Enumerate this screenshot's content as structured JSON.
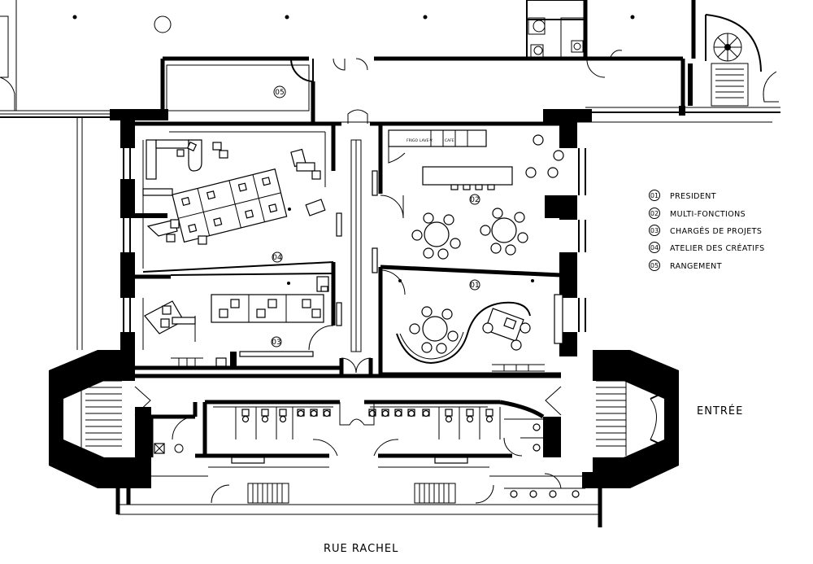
{
  "plan": {
    "rooms": [
      {
        "number": "01"
      },
      {
        "number": "02"
      },
      {
        "number": "03"
      },
      {
        "number": "04"
      },
      {
        "number": "05"
      }
    ],
    "legend": [
      {
        "number": "01",
        "label": "PRESIDENT"
      },
      {
        "number": "02",
        "label": "MULTI-FONCTIONS"
      },
      {
        "number": "03",
        "label": "CHARGÉS DE PROJETS"
      },
      {
        "number": "04",
        "label": "ATELIER DES CRÉATIFS"
      },
      {
        "number": "05",
        "label": "RANGEMENT"
      }
    ],
    "entrance_label": "ENTRÉE",
    "street_label": "RUE RACHEL",
    "kitchen_labels": [
      "FRIGO",
      "LAVE-V.",
      "CAFE"
    ]
  }
}
